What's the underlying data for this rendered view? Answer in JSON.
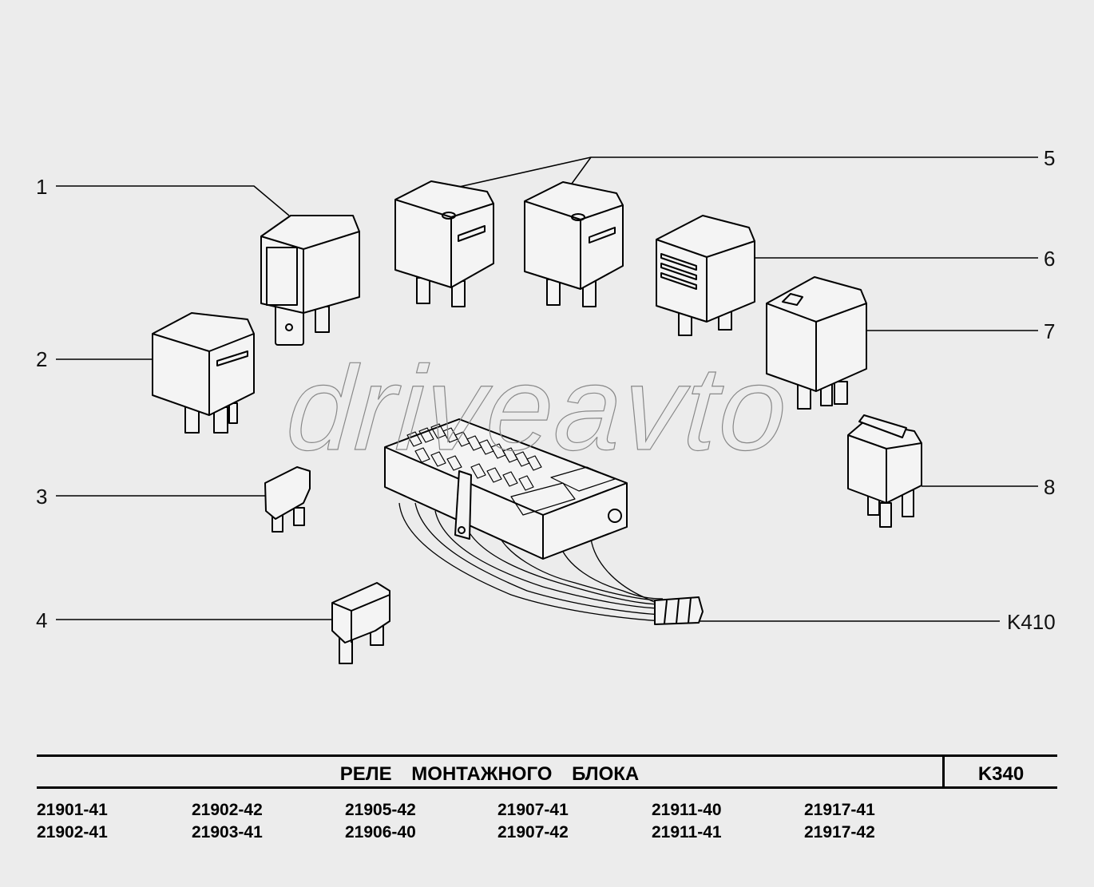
{
  "callouts": {
    "c1": "1",
    "c2": "2",
    "c3": "3",
    "c4": "4",
    "c5": "5",
    "c6": "6",
    "c7": "7",
    "c8": "8",
    "k410": "K410"
  },
  "watermark": "driveavto",
  "footer": {
    "title": "РЕЛЕ МОНТАЖНОГО БЛОКА",
    "code": "K340"
  },
  "models": [
    [
      "21901-41",
      "21902-41"
    ],
    [
      "21902-42",
      "21903-41"
    ],
    [
      "21905-42",
      "21906-40"
    ],
    [
      "21907-41",
      "21907-42"
    ],
    [
      "21911-40",
      "21911-41"
    ],
    [
      "21917-41",
      "21917-42"
    ]
  ],
  "colors": {
    "background": "#ececec",
    "line": "#000000"
  }
}
